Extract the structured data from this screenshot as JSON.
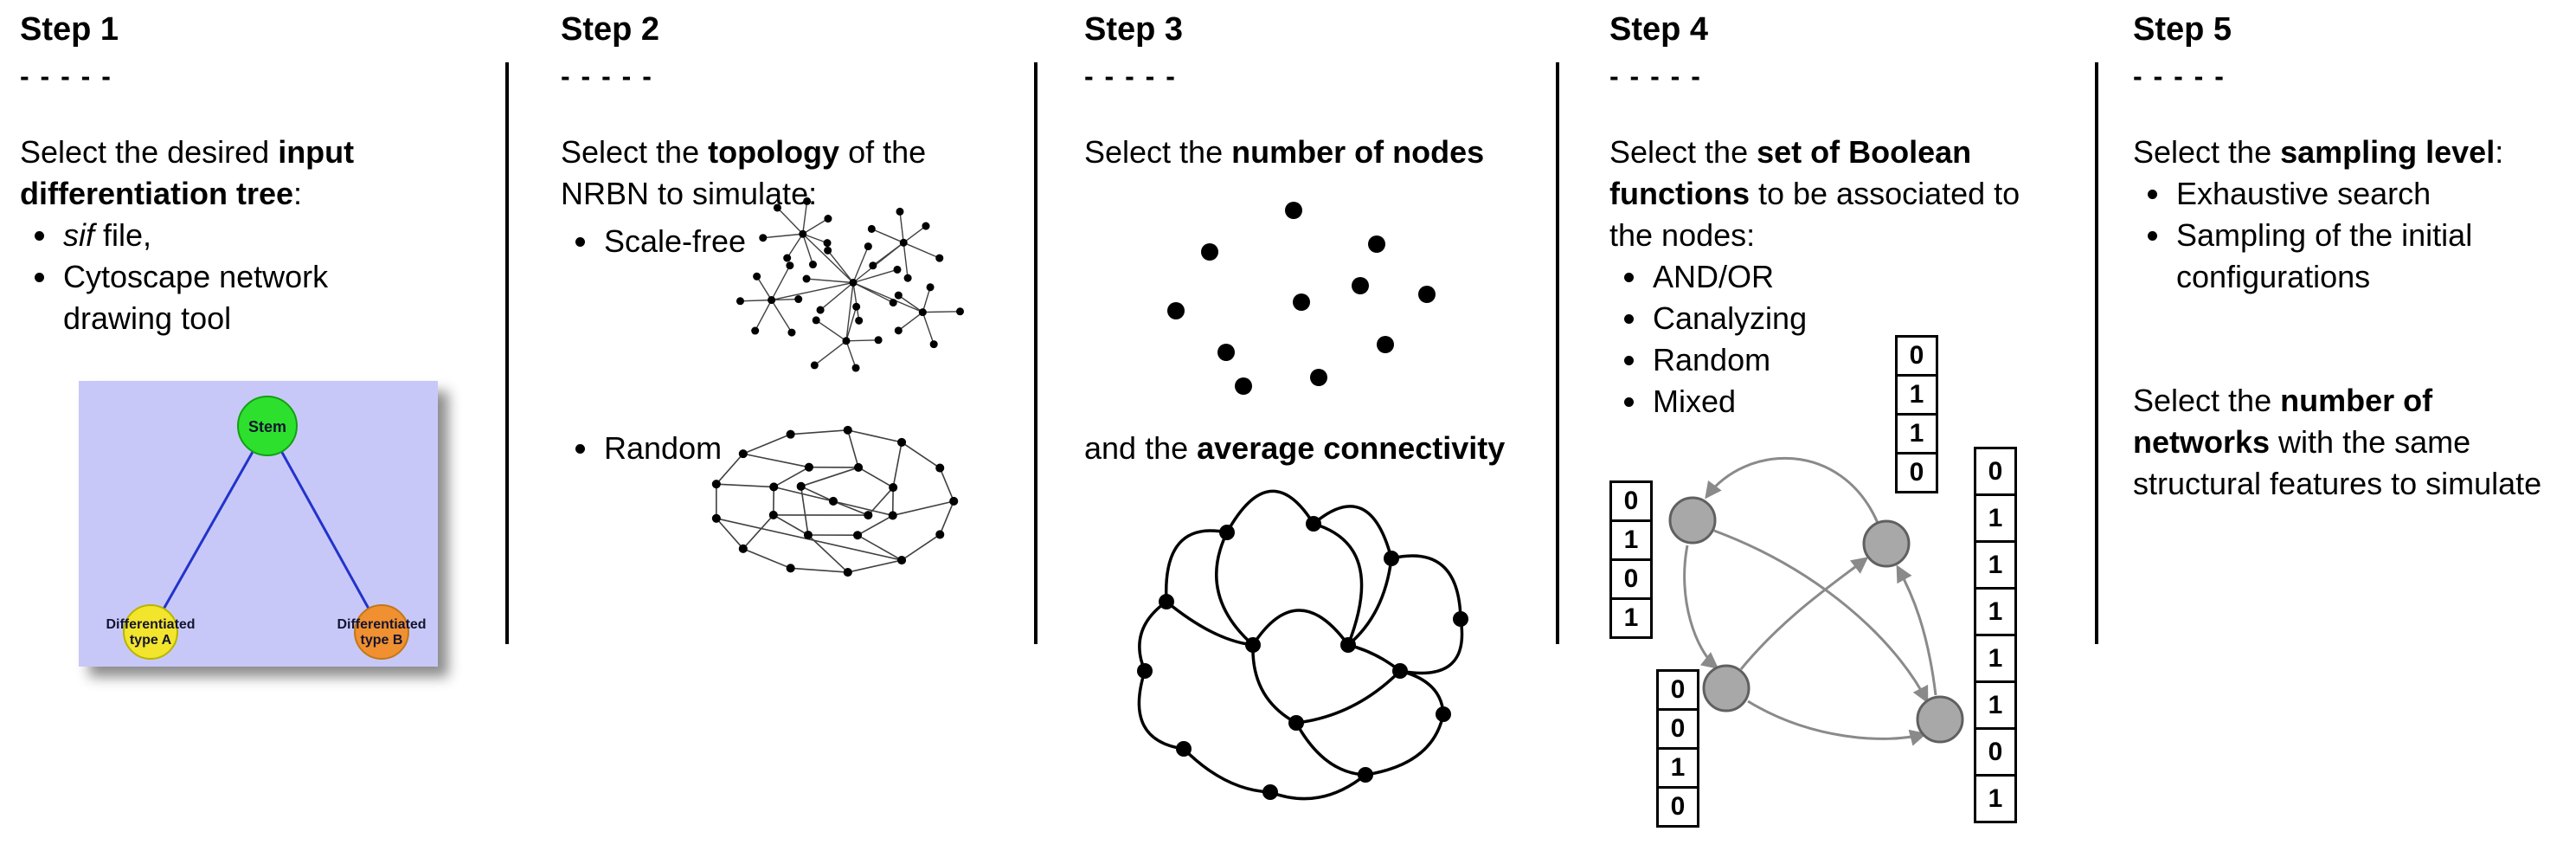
{
  "figure": {
    "background": "#ffffff",
    "divider_color": "#000000"
  },
  "steps": [
    {
      "title": "Step 1",
      "dashes": "- - - - -",
      "intro": {
        "pre": "Select the desired ",
        "bold": "input differentiation tree",
        "post": ":"
      },
      "bullets": [
        {
          "italic": "sif",
          "text": " file,"
        },
        {
          "text": "Cytoscape network drawing tool"
        }
      ],
      "tree": {
        "stem_label": "Stem",
        "node_a_line1": "Differentiated",
        "node_a_line2": "type A",
        "node_b_line1": "Differentiated",
        "node_b_line2": "type B",
        "colors": {
          "background": "#c8c8f8",
          "stem_fill": "#2ee02e",
          "type_a_fill": "#f2e52c",
          "type_b_fill": "#f09030",
          "edge": "#2233cc",
          "label": "#141432"
        }
      }
    },
    {
      "title": "Step 2",
      "dashes": "- - - - -",
      "intro": {
        "pre": "Select the ",
        "bold": "topology",
        "post": " of the NRBN to simulate:"
      },
      "bullets": [
        {
          "text": "Scale-free"
        },
        {
          "text": "Random"
        }
      ]
    },
    {
      "title": "Step 3",
      "dashes": "- - - - -",
      "line1": {
        "pre": "Select the ",
        "bold": "number of nodes",
        "post": ""
      },
      "line2": {
        "pre": "and the ",
        "bold": "average connectivity",
        "post": ""
      }
    },
    {
      "title": "Step 4",
      "dashes": "- - - - -",
      "intro": {
        "pre": "Select the ",
        "bold": "set of Boolean functions",
        "post": " to be associated to the nodes:"
      },
      "bullets": [
        {
          "text": "AND/OR"
        },
        {
          "text": "Canalyzing"
        },
        {
          "text": "Random"
        },
        {
          "text": "Mixed"
        }
      ],
      "truth_tables": {
        "left": [
          "0",
          "1",
          "0",
          "1"
        ],
        "bottom_left": [
          "0",
          "0",
          "1",
          "0"
        ],
        "top": [
          "0",
          "1",
          "1",
          "0"
        ],
        "right": [
          "0",
          "1",
          "1",
          "1",
          "1",
          "1",
          "0",
          "1"
        ]
      },
      "network_node_color": "#a8a8a8"
    },
    {
      "title": "Step 5",
      "dashes": "- - - - -",
      "line1": {
        "pre": "Select the ",
        "bold": "sampling level",
        "post": ":"
      },
      "bullets": [
        {
          "text": "Exhaustive search"
        },
        {
          "text": "Sampling of the initial configurations"
        }
      ],
      "para2": {
        "pre": "Select the ",
        "bold": "number of networks",
        "post": " with the same structural features to simulate"
      }
    }
  ]
}
